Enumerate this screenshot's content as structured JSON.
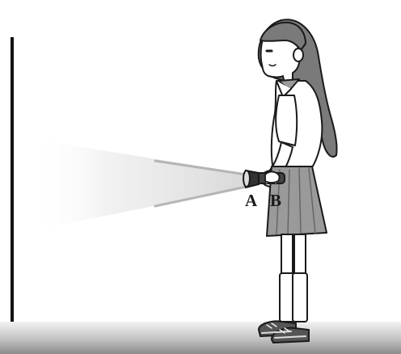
{
  "labels": {
    "a": "A",
    "b": "B"
  },
  "colors": {
    "floor_light": "#e6e6e6",
    "floor_dark": "#8c8c8c",
    "outline": "#1a1a1a",
    "beam": "#bdbdbd"
  },
  "icons": {
    "person": "girl-holding-flashlight",
    "light_source": "flashlight-icon"
  }
}
